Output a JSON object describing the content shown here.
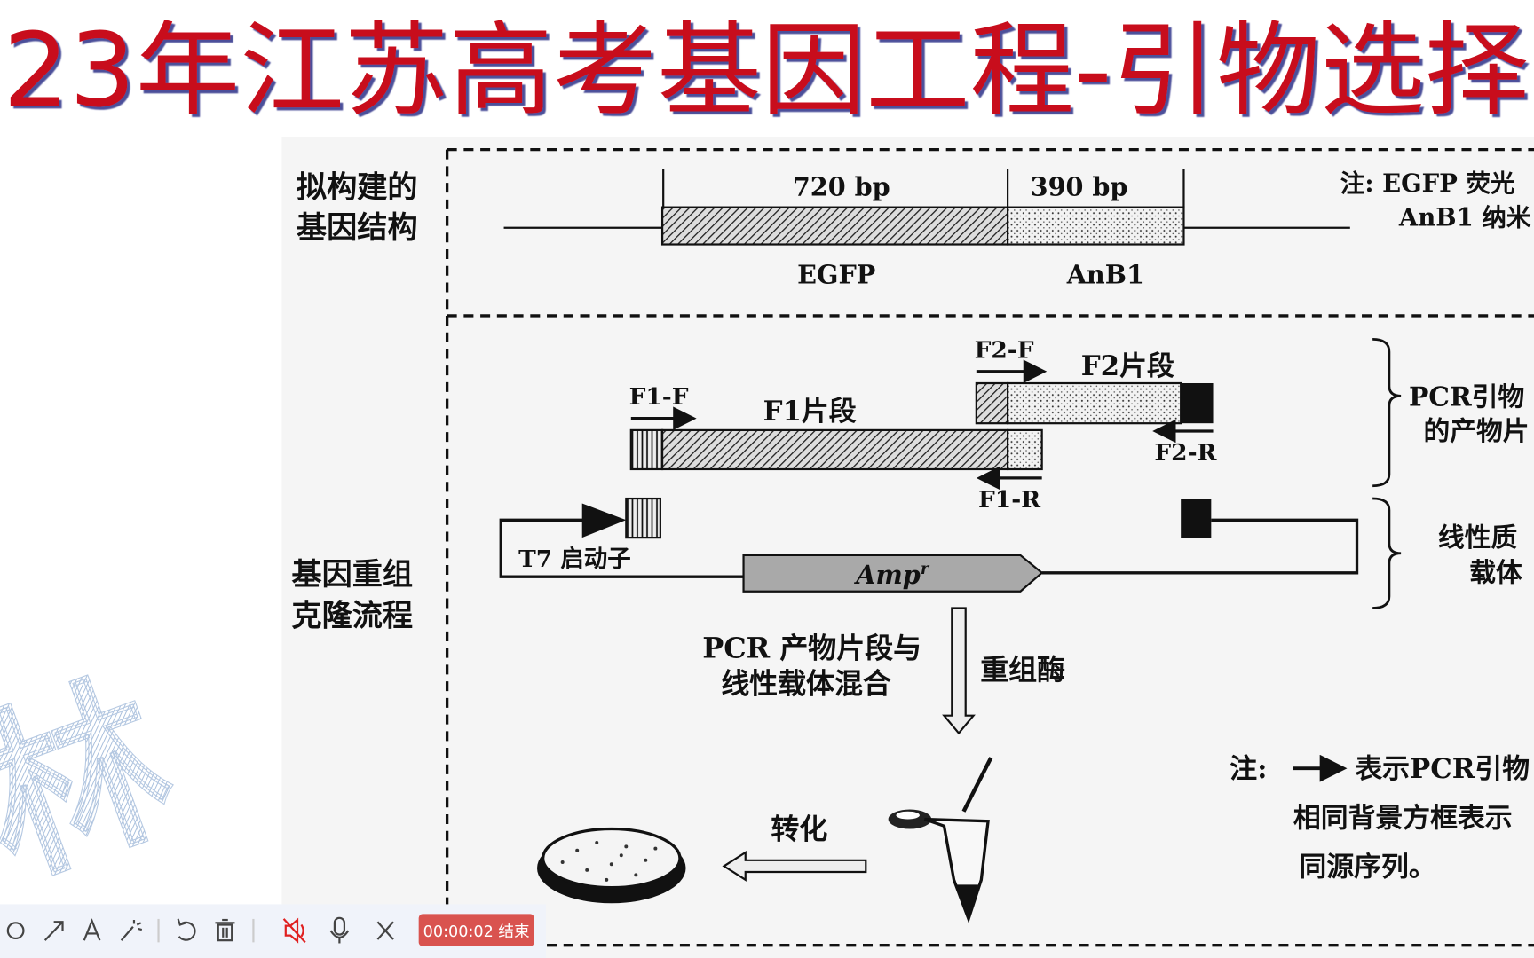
{
  "title": "23年江苏高考基因工程-引物选择",
  "watermark": "林",
  "diagram": {
    "section1_label": [
      "拟构建的",
      "基因结构"
    ],
    "section2_label": [
      "基因重组",
      "克隆流程"
    ],
    "gene": {
      "egfp_size": "720 bp",
      "anb1_size": "390 bp",
      "egfp_label": "EGFP",
      "anb1_label": "AnB1"
    },
    "note_top": [
      "注: EGFP 荧光",
      "AnB1 纳米"
    ],
    "f1": {
      "forward": "F1-F",
      "reverse": "F1-R",
      "label": "F1片段"
    },
    "f2": {
      "forward": "F2-F",
      "reverse": "F2-R",
      "label": "F2片段"
    },
    "pcr_products_label": [
      "PCR引物",
      "的产物片"
    ],
    "vector_label": [
      "线性质",
      "载体"
    ],
    "promoter_label": "T7 启动子",
    "amp_label": "Amp",
    "amp_sup": "r",
    "mix_label": [
      "PCR 产物片段与",
      "线性载体混合"
    ],
    "enzyme_label": "重组酶",
    "transform_label": "转化",
    "note_bottom": {
      "prefix": "注:",
      "line1": "表示PCR引物",
      "line2": "相同背景方框表示",
      "line3": "同源序列。"
    }
  },
  "toolbar": {
    "tools": [
      "circle-tool",
      "arrow-tool",
      "text-tool",
      "laser-pointer-tool",
      "undo",
      "delete",
      "mute",
      "microphone",
      "close"
    ],
    "record_button": "00:00:02 结束",
    "record_color": "#d9534f",
    "mute_color": "#e02020"
  }
}
